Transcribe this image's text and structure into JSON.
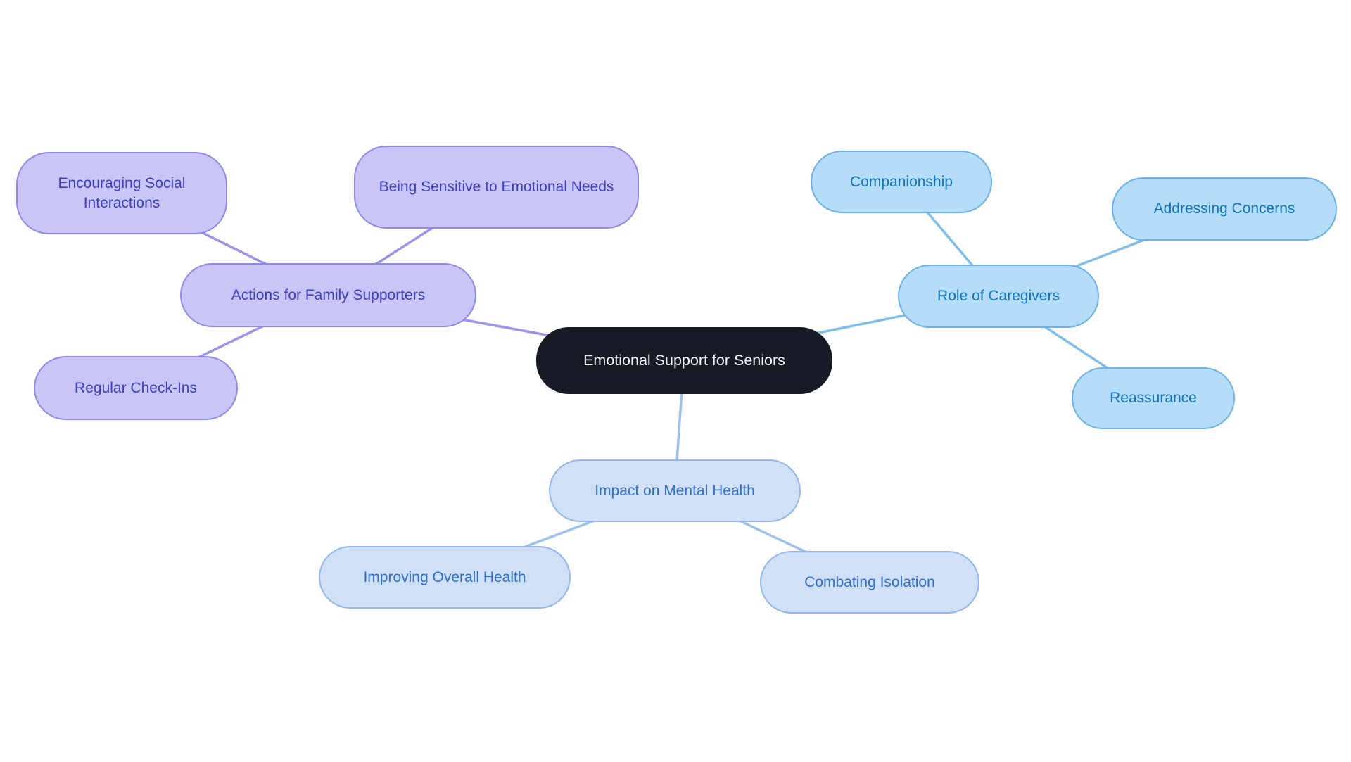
{
  "mindmap": {
    "root": {
      "label": "Emotional Support for Seniors",
      "fill": "#161b25",
      "text_color": "#f4f6f8"
    },
    "branches": [
      {
        "label": "Actions for Family Supporters",
        "fill": "#c9c5f6",
        "border_color": "#8e89e8",
        "text_color": "#3e3ec2",
        "line_color": "#9995ec",
        "children": [
          {
            "label": "Encouraging Social Interactions"
          },
          {
            "label": "Being Sensitive to Emotional Needs"
          },
          {
            "label": "Regular Check-Ins"
          }
        ]
      },
      {
        "label": "Role of Caregivers",
        "fill": "#b5dcf8",
        "border_color": "#6cb2e7",
        "text_color": "#1173bc",
        "line_color": "#7fbeea",
        "children": [
          {
            "label": "Companionship"
          },
          {
            "label": "Addressing Concerns"
          },
          {
            "label": "Reassurance"
          }
        ]
      },
      {
        "label": "Impact on Mental Health",
        "fill": "#cfe0f7",
        "border_color": "#93b7eb",
        "text_color": "#306fc9",
        "line_color": "#9cc1ef",
        "children": [
          {
            "label": "Improving Overall Health"
          },
          {
            "label": "Combating Isolation"
          }
        ]
      }
    ]
  }
}
